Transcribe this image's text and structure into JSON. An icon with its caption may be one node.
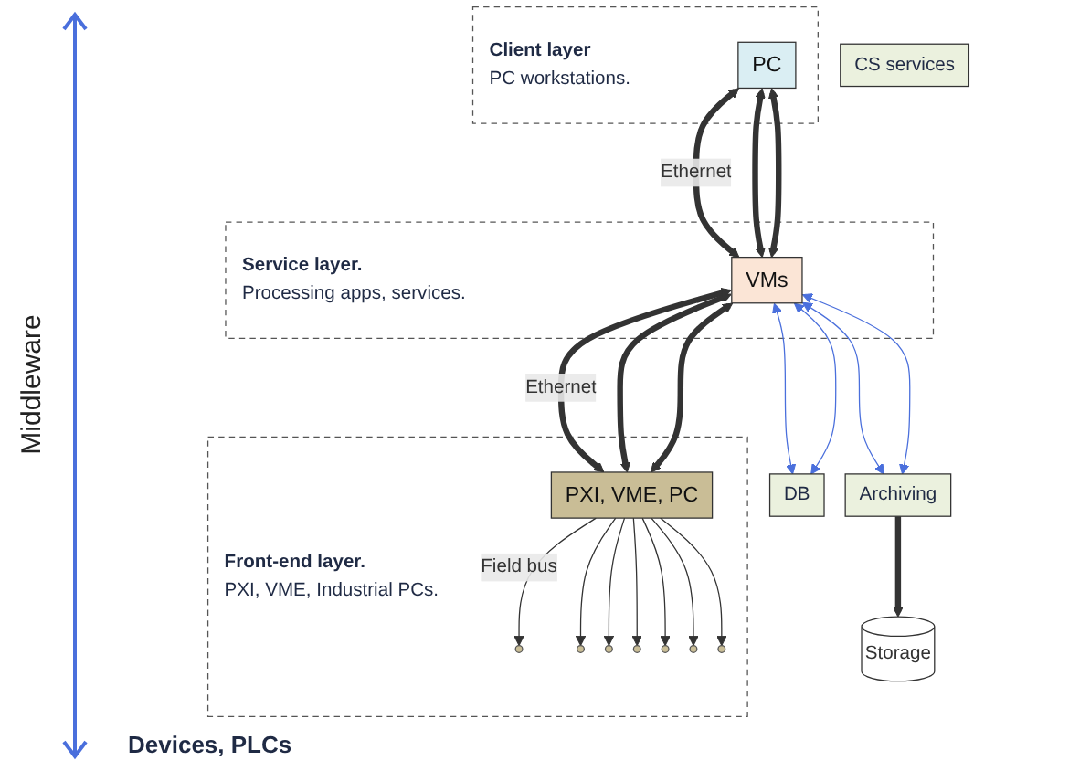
{
  "diagram": {
    "nodes": [
      {
        "text": [
          "Client layer",
          "PC workstations."
        ]
      },
      {
        "text": [
          "PC"
        ],
        "in": 0
      },
      {
        "text": [
          "Service layer.",
          "Processing apps, services."
        ]
      },
      {
        "text": [
          "VMs"
        ],
        "in": 2
      },
      {
        "text": [
          "CS services"
        ]
      },
      {
        "text": [
          "DB"
        ]
      },
      {
        "text": [
          "Archiving"
        ]
      },
      {
        "text": [
          "Storage"
        ]
      },
      {
        "text": [
          "Front-end layer.",
          "PXI, VME, Industrial PCs."
        ]
      },
      {
        "text": [
          "PXI, VME, PC"
        ],
        "in": 8
      },
      {
        "text": [],
        "shape": "circle",
        "in": 8
      },
      {
        "text": [],
        "shape": "circle",
        "in": 8
      },
      {
        "text": [],
        "shape": "circle",
        "in": 8
      },
      {
        "text": [],
        "shape": "circle",
        "in": 8
      },
      {
        "text": [],
        "shape": "circle",
        "in": 8
      },
      {
        "text": [],
        "shape": "circle",
        "in": 8
      },
      {
        "text": [],
        "shape": "circle",
        "in": 8
      }
    ],
    "edges": [
      {
        "from": 1,
        "to": 3,
        "arrow": "both",
        "style": "thick",
        "label": "Ethernet"
      },
      {
        "from": 1,
        "to": 3,
        "arrow": "both",
        "style": "thick"
      },
      {
        "from": 1,
        "to": 3,
        "arrow": "both",
        "style": "thick"
      },
      {
        "from": 3,
        "to": 9,
        "arrow": "both",
        "style": "thick",
        "label": "Ethernet"
      },
      {
        "from": 3,
        "to": 9,
        "arrow": "both",
        "style": "thick"
      },
      {
        "from": 3,
        "to": 9,
        "arrow": "both",
        "style": "thick"
      },
      {
        "from": 3,
        "to": 5,
        "arrow": "both",
        "color": "#4a6fdc"
      },
      {
        "from": 3,
        "to": 5,
        "arrow": "both",
        "color": "#4a6fdc"
      },
      {
        "from": 3,
        "to": 6,
        "arrow": "both",
        "color": "#4a6fdc"
      },
      {
        "from": 3,
        "to": 6,
        "arrow": "both",
        "color": "#4a6fdc"
      },
      {
        "from": 6,
        "to": 7,
        "arrow": "to",
        "style": "thick"
      },
      {
        "from": 9,
        "to": 10,
        "arrow": "to",
        "label": "Field bus"
      },
      {
        "from": 9,
        "to": 11,
        "arrow": "to"
      },
      {
        "from": 9,
        "to": 12,
        "arrow": "to"
      },
      {
        "from": 9,
        "to": 13,
        "arrow": "to"
      },
      {
        "from": 9,
        "to": 14,
        "arrow": "to"
      },
      {
        "from": 9,
        "to": 15,
        "arrow": "to"
      },
      {
        "from": 9,
        "to": 16,
        "arrow": "to"
      }
    ],
    "labels": [
      "Middleware",
      "Devices, PLCs"
    ]
  }
}
